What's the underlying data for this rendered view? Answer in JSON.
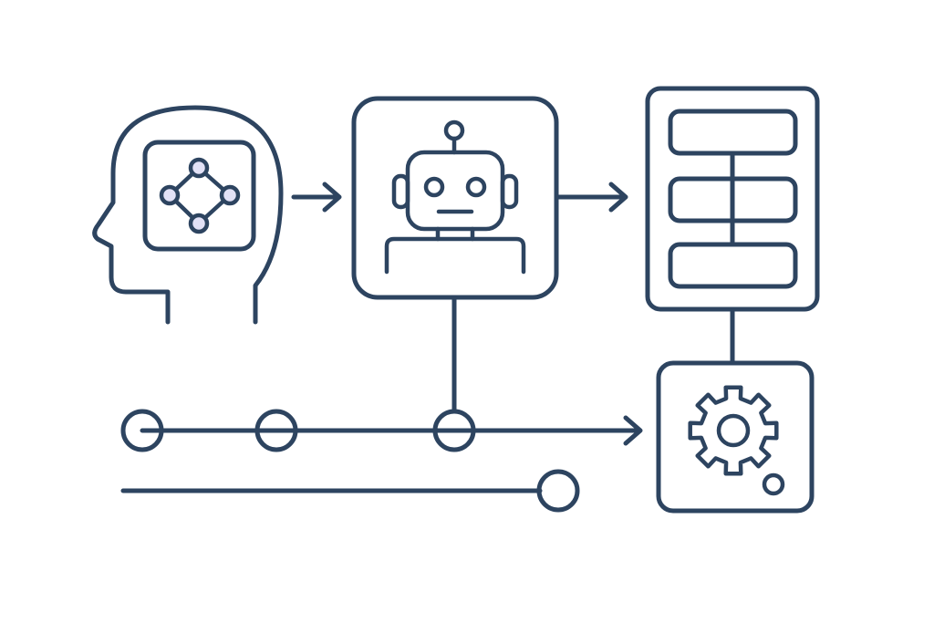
{
  "colors": {
    "stroke": "#2d4460",
    "background": "#ffffff",
    "lavender": "#e2e1f6",
    "mint": "#d3f3ec",
    "light_blue": "#d4e8f4",
    "peach": "#f9b88f",
    "white": "#ffffff"
  },
  "nodes": [
    {
      "name": "human-head-icon",
      "icon": "head-with-network-icon",
      "fill": "lavender"
    },
    {
      "name": "robot-icon",
      "icon": "robot-icon",
      "fill": "mint"
    },
    {
      "name": "stack-list-panel",
      "icon": "stacked-blocks-icon",
      "fill": "white"
    },
    {
      "name": "gear-panel",
      "icon": "gear-icon",
      "fill": "mint"
    }
  ],
  "timeline": {
    "main_line_dots": [
      "mint",
      "light_blue",
      "lavender"
    ],
    "secondary_line_dots": [
      "peach"
    ]
  }
}
